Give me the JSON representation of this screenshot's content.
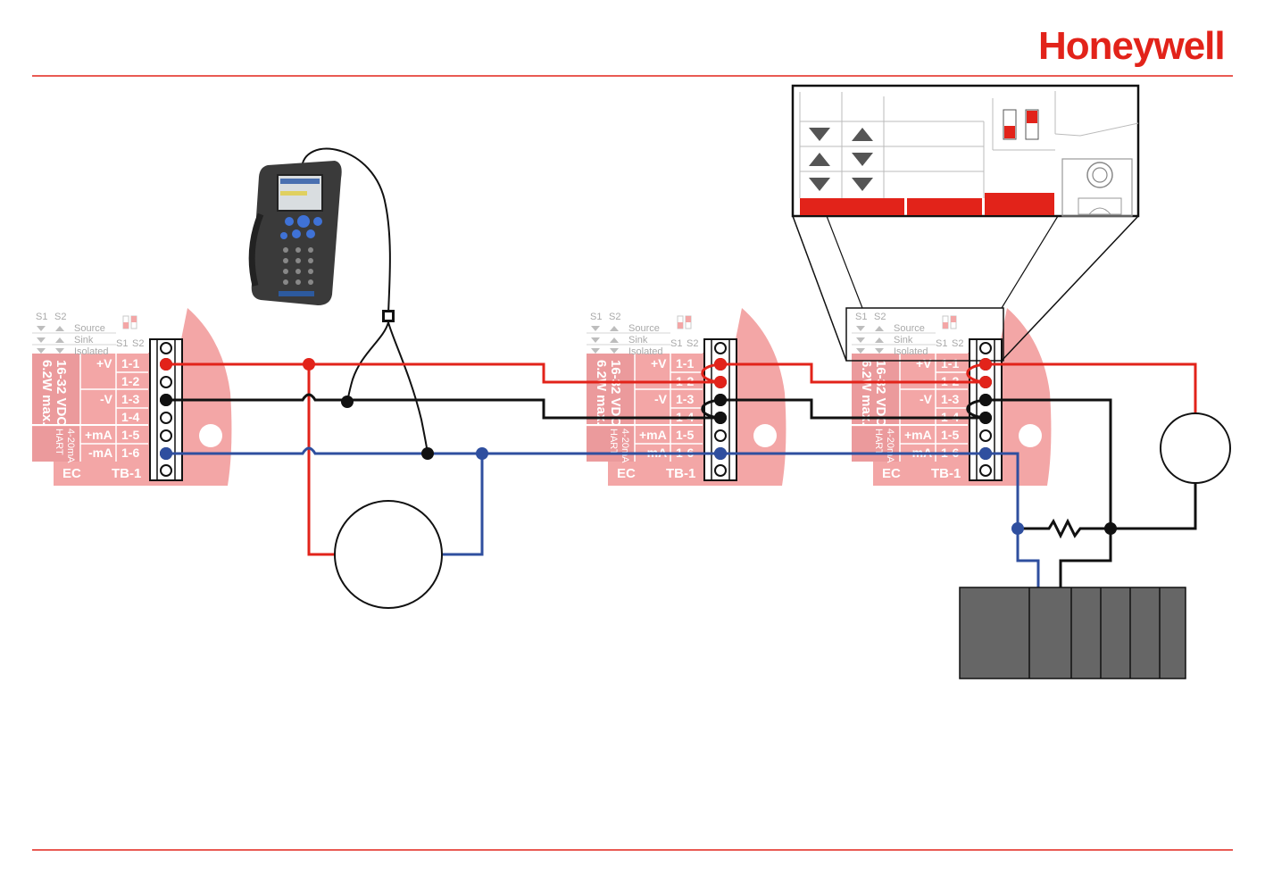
{
  "brand": {
    "logo": "Honeywell",
    "color": "#e2231a"
  },
  "colors": {
    "positive_wire": "#e2231a",
    "negative_wire": "#111111",
    "signal_wire": "#2f4f9f",
    "panel": "#f3a6a6",
    "panel_dark": "#e8888a"
  },
  "terminal_block": {
    "switch_header_1": "S1",
    "switch_header_2": "S2",
    "mode_source": "Source",
    "mode_sink": "Sink",
    "mode_isolated": "Isolated",
    "supply_line1": "16-32 VDC",
    "supply_line2": "6.2W max.",
    "signal_line1": "4-20mA",
    "signal_line2": "HART",
    "pos_v": "+V",
    "neg_v": "-V",
    "pos_ma": "+mA",
    "neg_ma": "-mA",
    "pin_1": "1-1",
    "pin_2": "1-2",
    "pin_3": "1-3",
    "pin_4": "1-4",
    "pin_5": "1-5",
    "pin_6": "1-6",
    "ec": "EC",
    "tb": "TB-1"
  }
}
